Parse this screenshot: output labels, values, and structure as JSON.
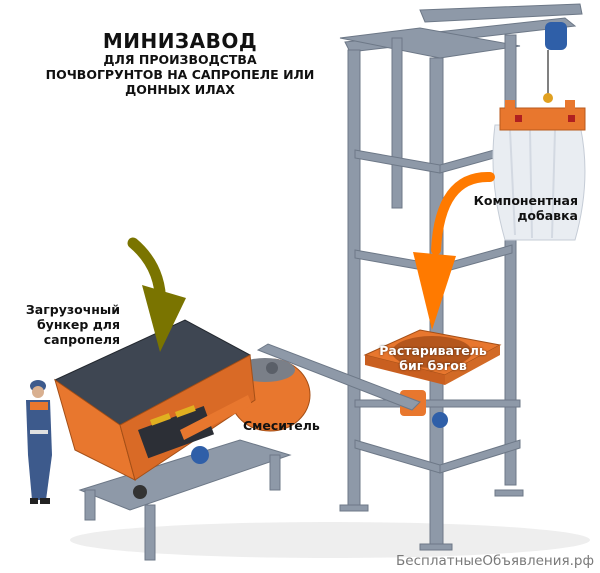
{
  "title": {
    "main": "МИНИЗАВОД",
    "line1": "ДЛЯ ПРОИЗВОДСТВА",
    "line2": "ПОЧВОГРУНТОВ НА САПРОПЕЛЕ ИЛИ",
    "line3": "ДОННЫХ ИЛАХ"
  },
  "labels": {
    "hopper": {
      "line1": "Загрузочный",
      "line2": "бункер для",
      "line3": "сапропеля"
    },
    "additive": {
      "line1": "Компонентная",
      "line2": "добавка"
    },
    "unloader": {
      "line1": "Растариватель",
      "line2": "биг бэгов"
    },
    "mixer": "Смеситель"
  },
  "watermark": "БесплатныеОбъявления.рф",
  "colors": {
    "equipment_orange": "#e8772e",
    "frame_steel": "#8a95a3",
    "hopper_arrow": "#7a7400",
    "additive_arrow": "#ff7a00",
    "motor_blue": "#2f5fa8",
    "worker_blue": "#3d5a8c"
  },
  "icons": {
    "hopper_arrow": "curved-down-arrow-olive",
    "additive_arrow": "curved-down-arrow-orange"
  }
}
